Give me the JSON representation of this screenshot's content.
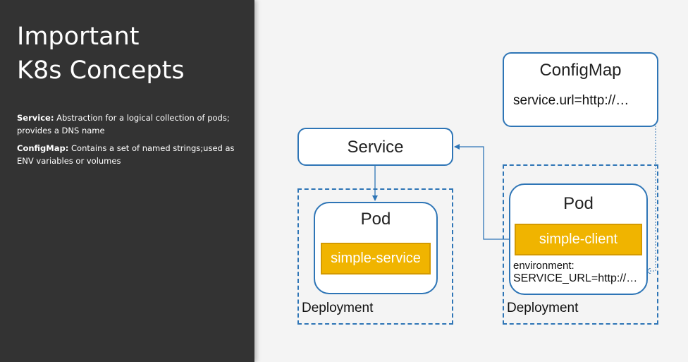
{
  "slide": {
    "title_line1": "Important",
    "title_line2": "K8s Concepts",
    "definitions": [
      {
        "term": "Service",
        "separator": ":",
        "text": " Abstraction for a logical collection of pods; provides a DNS name"
      },
      {
        "term": "ConfigMap",
        "separator": ":",
        "text": " Contains a set of named strings;used as ENV variables or volumes"
      }
    ]
  },
  "diagram": {
    "configmap": {
      "title": "ConfigMap",
      "entry": "service.url=http://…"
    },
    "service": {
      "label": "Service"
    },
    "deployment_left": {
      "label": "Deployment",
      "pod_label": "Pod",
      "container": "simple-service"
    },
    "deployment_right": {
      "label": "Deployment",
      "pod_label": "Pod",
      "container": "simple-client",
      "env_heading": "environment:",
      "env_value": "SERVICE_URL=http://…"
    }
  },
  "colors": {
    "panel": "#333333",
    "background": "#f4f4f4",
    "outline": "#2e75b6",
    "container_fill": "#f0b400"
  }
}
